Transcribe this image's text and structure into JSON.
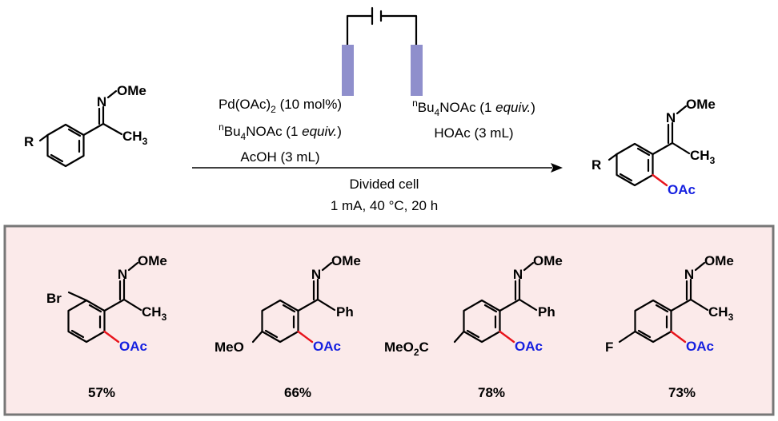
{
  "reaction": {
    "reactant": {
      "r_label": "R",
      "oxime_n": "N",
      "ome": "OMe",
      "methyl": "CH",
      "methyl_sub": "3"
    },
    "product": {
      "r_label": "R",
      "oxime_n": "N",
      "ome": "OMe",
      "methyl": "CH",
      "methyl_sub": "3",
      "oac": "OAc"
    },
    "conditions": {
      "anode": {
        "line1_a": "Pd(OAc)",
        "line1_sub": "2",
        "line1_b": " (10 mol%)",
        "line2_sup": "n",
        "line2_a": "Bu",
        "line2_sub": "4",
        "line2_b": "NOAc (1 ",
        "line2_i": "equiv.",
        "line2_c": ")",
        "line3": "AcOH (3 mL)"
      },
      "cathode": {
        "line1_sup": "n",
        "line1_a": "Bu",
        "line1_sub": "4",
        "line1_b": "NOAc (1 ",
        "line1_i": "equiv.",
        "line1_c": ")",
        "line2": "HOAc (3 mL)"
      },
      "below1": "Divided cell",
      "below2": "1 mA, 40 °C, 20 h"
    },
    "colors": {
      "electrode": "#8f8fcc",
      "new_bond": "#e8141c",
      "oac": "#1520e0",
      "box_bg": "#fbeaea",
      "box_border": "#777777"
    }
  },
  "examples": [
    {
      "sub": "Br",
      "ome": "OMe",
      "n": "N",
      "right_group": "CH",
      "right_sub": "3",
      "oac": "OAc",
      "yield": "57%"
    },
    {
      "sub": "MeO",
      "ome": "OMe",
      "n": "N",
      "right_group": "Ph",
      "right_sub": "",
      "oac": "OAc",
      "yield": "66%"
    },
    {
      "sub": "MeO",
      "sub_sub": "2",
      "sub_tail": "C",
      "ome": "OMe",
      "n": "N",
      "right_group": "Ph",
      "right_sub": "",
      "oac": "OAc",
      "yield": "78%"
    },
    {
      "sub": "F",
      "ome": "OMe",
      "n": "N",
      "right_group": "CH",
      "right_sub": "3",
      "oac": "OAc",
      "yield": "73%"
    }
  ]
}
